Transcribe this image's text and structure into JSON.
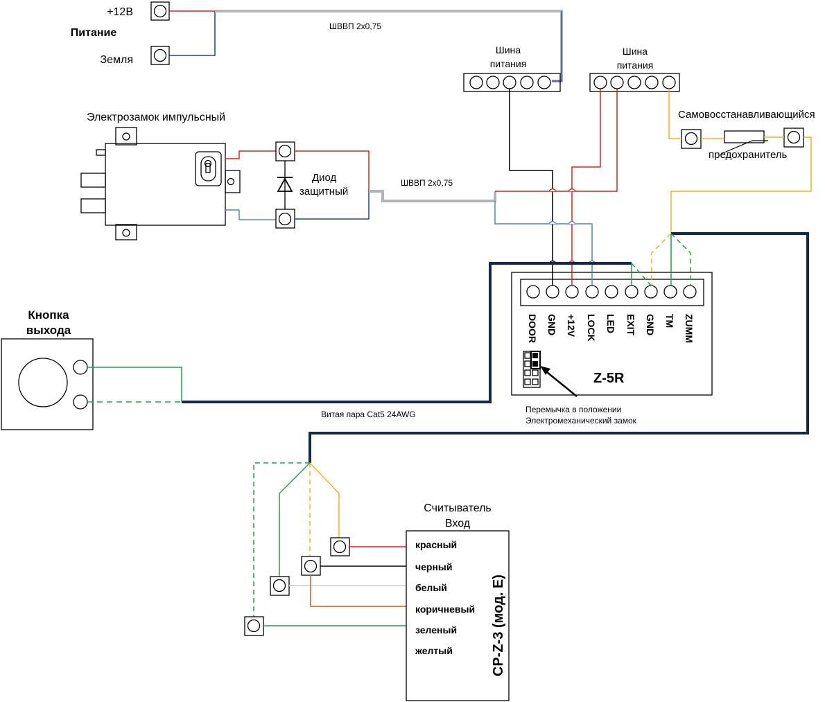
{
  "power": {
    "plus12_label": "+12В",
    "title": "Питание",
    "ground_label": "Земля",
    "cable_label": "ШВВП 2х0,75"
  },
  "bus_left": {
    "label_line1": "Шина",
    "label_line2": "питания"
  },
  "bus_right": {
    "label_line1": "Шина",
    "label_line2": "питания"
  },
  "fuse": {
    "label_line1": "Самовосстанавливающийся",
    "label_line2": "предохранитель"
  },
  "lock": {
    "title": "Электрозамок импульсный"
  },
  "diode": {
    "label_line1": "Диод",
    "label_line2": "защитный"
  },
  "lock_cable": {
    "label": "ШВВП 2х0,75"
  },
  "exit_button": {
    "title_line1": "Кнопка",
    "title_line2": "выхода"
  },
  "twisted_pair": {
    "label": "Витая пара Cat5 24AWG"
  },
  "controller": {
    "model": "Z-5R",
    "terminals": [
      "DOOR",
      "GND",
      "+12V",
      "LOCK",
      "LED",
      "EXIT",
      "GND",
      "TM",
      "ZUMM"
    ],
    "jumper_note_line1": "Перемычка в положении",
    "jumper_note_line2": "Электромеханический замок"
  },
  "reader": {
    "title_line1": "Считыватель",
    "title_line2": "Вход",
    "model": "CP-Z-3 (мод. Е)",
    "wires": [
      "красный",
      "черный",
      "белый",
      "коричневый",
      "зеленый",
      "желтый"
    ]
  },
  "colors": {
    "red": "#e0201a",
    "blue": "#1f3faf",
    "light_blue": "#4f86c6",
    "gray_cable": "#b4b4b4",
    "green": "#1aa34a",
    "yellow": "#f2b21a",
    "brown": "#b5651d",
    "white_wire": "#cccccc",
    "twisted_pair": "#13284f"
  }
}
